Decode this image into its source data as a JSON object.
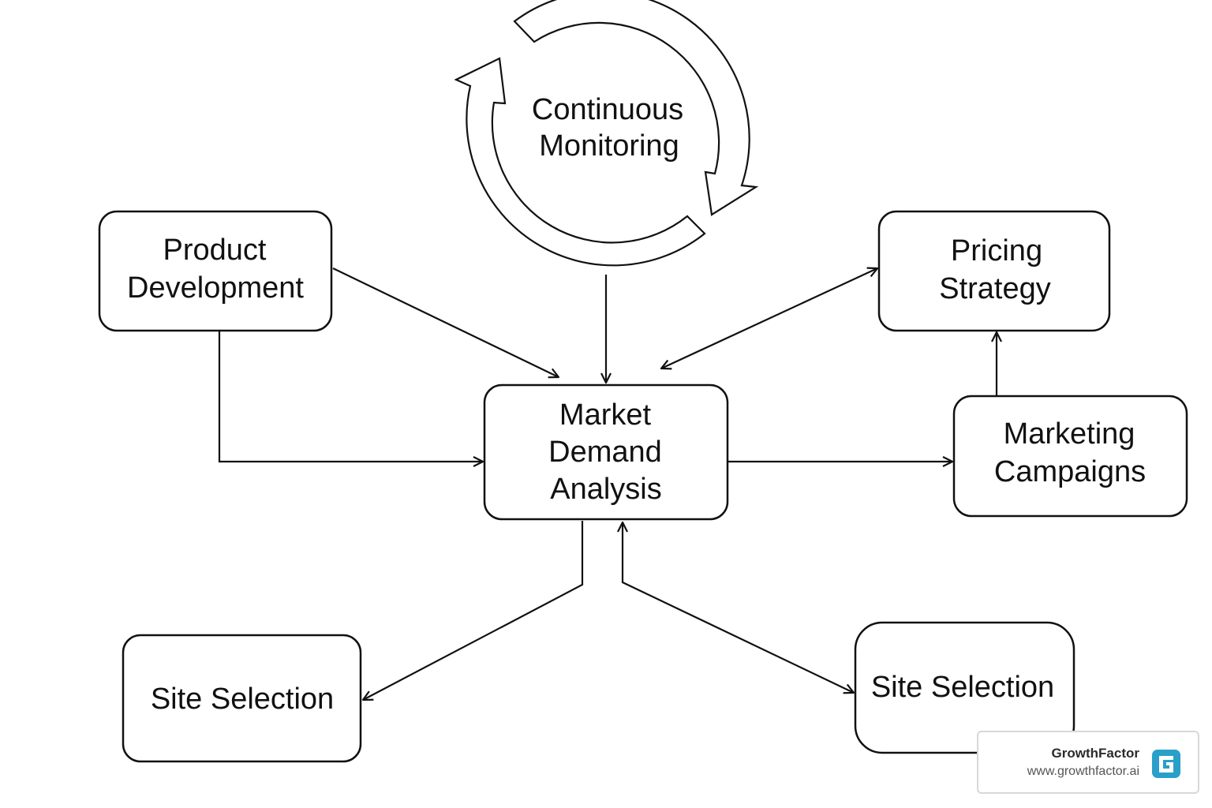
{
  "diagram": {
    "nodes": {
      "continuous_monitoring": {
        "lines": [
          "Continuous",
          "Monitoring"
        ]
      },
      "product_development": {
        "lines": [
          "Product",
          "Development"
        ]
      },
      "market_demand_analysis": {
        "lines": [
          "Market",
          "Demand",
          "Analysis"
        ]
      },
      "pricing_strategy": {
        "lines": [
          "Pricing",
          "Strategy"
        ]
      },
      "marketing_campaigns": {
        "lines": [
          "Marketing",
          "Campaigns"
        ]
      },
      "site_selection_left": {
        "lines": [
          "Site Selection"
        ]
      },
      "site_selection_right": {
        "lines": [
          "Site Selection"
        ]
      }
    },
    "edges": [
      {
        "from": "product_development",
        "to": "market_demand_analysis",
        "direction": "forward"
      },
      {
        "from": "product_development",
        "to": "market_demand_analysis",
        "direction": "forward"
      },
      {
        "from": "continuous_monitoring",
        "to": "market_demand_analysis",
        "direction": "forward"
      },
      {
        "from": "market_demand_analysis",
        "to": "pricing_strategy",
        "direction": "both"
      },
      {
        "from": "market_demand_analysis",
        "to": "marketing_campaigns",
        "direction": "forward"
      },
      {
        "from": "marketing_campaigns",
        "to": "pricing_strategy",
        "direction": "forward"
      },
      {
        "from": "market_demand_analysis",
        "to": "site_selection_left",
        "direction": "forward"
      },
      {
        "from": "market_demand_analysis",
        "to": "site_selection_right",
        "direction": "both"
      }
    ],
    "colors": {
      "stroke": "#111111",
      "background": "#ffffff"
    },
    "cycle_icon": "circular-arrows-icon"
  },
  "watermark": {
    "brand": "GrowthFactor",
    "url": "www.growthfactor.ai",
    "logo_icon": "growthfactor-g-logo-icon",
    "logo_color": "#2a9fc9"
  }
}
